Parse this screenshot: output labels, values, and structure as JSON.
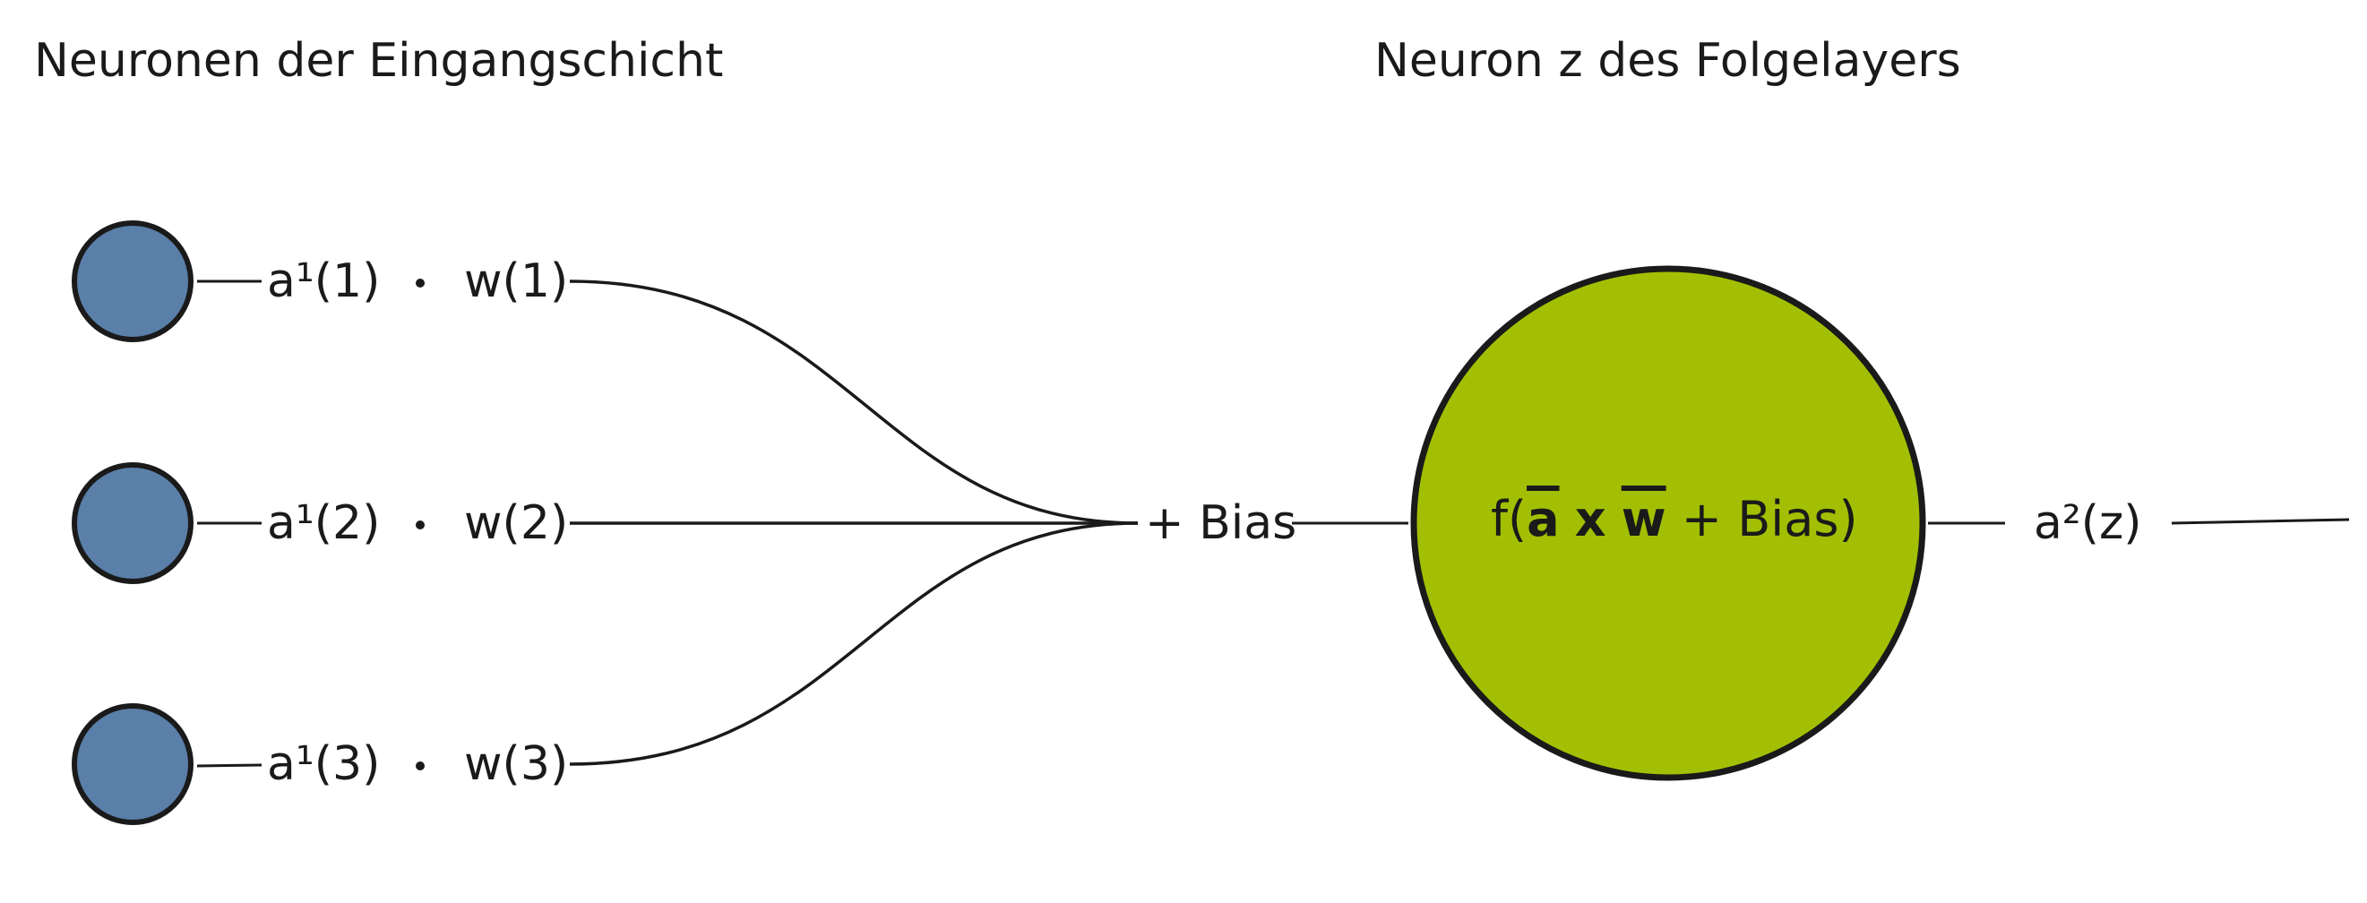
{
  "headings": {
    "input_layer": "Neuronen der Eingangschicht",
    "next_neuron": "Neuron z des Folgelayers"
  },
  "inputs": [
    {
      "activation": "a¹(1)",
      "weight": "w(1)"
    },
    {
      "activation": "a¹(2)",
      "weight": "w(2)"
    },
    {
      "activation": "a¹(3)",
      "weight": "w(3)"
    }
  ],
  "bias_label": "+ Bias",
  "formula": {
    "prefix": "f(",
    "vec_a": "a",
    "times": "x",
    "vec_w": "w",
    "suffix": "+ Bias)"
  },
  "output_label": "a²(z)",
  "colors": {
    "input_neuron": "#5a7fa8",
    "output_neuron": "#a3bf03",
    "stroke": "#1a1a1a"
  }
}
